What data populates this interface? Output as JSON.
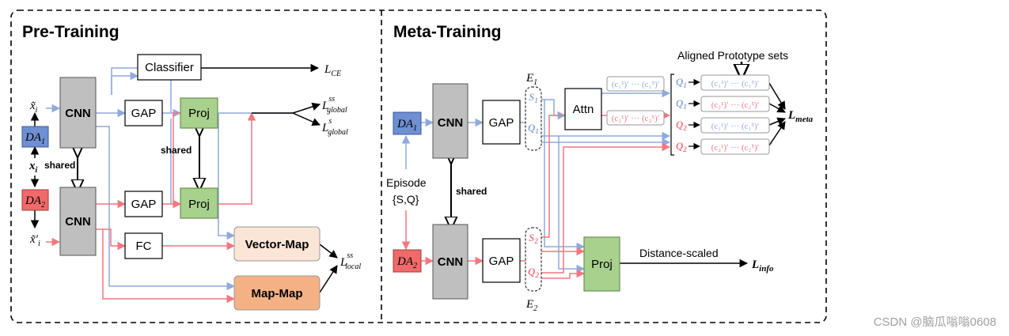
{
  "pretraining": {
    "title": "Pre-Training",
    "classifier": "Classifier",
    "loss_ce": "L_CE",
    "cnn": "CNN",
    "gap": "GAP",
    "proj": "Proj",
    "fc": "FC",
    "vector_map": "Vector-Map",
    "map_map": "Map-Map",
    "da1": "DA_1",
    "da2": "DA_2",
    "x_tilde": "x̃_i",
    "x_i": "x_i",
    "x_tilde_prime": "x̃'_i",
    "shared": "shared",
    "loss_global_ss": "L^ss_global",
    "loss_global_s": "L^s_global",
    "loss_local_ss": "L^ss_local"
  },
  "metatraining": {
    "title": "Meta-Training",
    "da1": "DA_1",
    "da2": "DA_2",
    "cnn": "CNN",
    "gap": "GAP",
    "attn": "Attn",
    "proj": "Proj",
    "shared": "shared",
    "episode": "Episode",
    "episode_set": "{S,Q}",
    "e1": "E_1",
    "e2": "E_2",
    "s1": "S_1",
    "q1": "Q_1",
    "s2": "S_2",
    "q2": "Q_2",
    "aligned_sets": "Aligned Prototype sets",
    "proto_c1": "(c₁¹)′ ··· (c₁⁵)′",
    "proto_c2": "(c₂¹)′ ··· (c₂⁵)′",
    "loss_meta": "L_meta",
    "loss_info": "L_info",
    "distance_scaled": "Distance-scaled"
  },
  "watermark": "CSDN @脑瓜嗡嗡0608",
  "colors": {
    "blue": "#8faadc",
    "red": "#f4777f",
    "da1_fill": "#6f8fd3",
    "da2_fill": "#f06a6a",
    "cnn_fill": "#bfbfbf",
    "proj_fill": "#a9d18e",
    "vmap_fill": "#fbe5d6",
    "mmap_fill": "#f4b183"
  }
}
